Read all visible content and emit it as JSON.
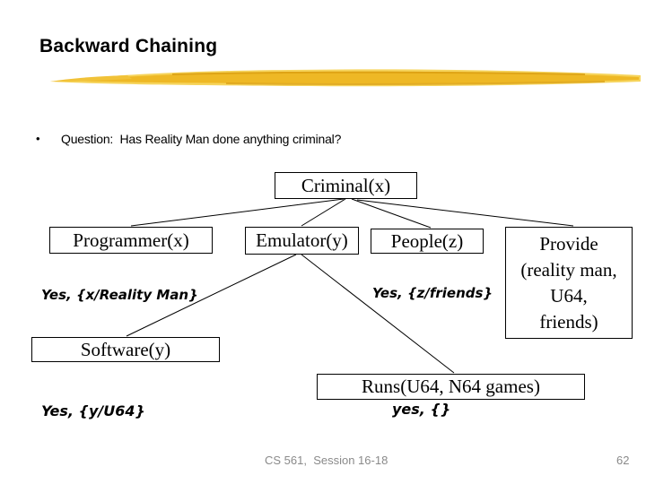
{
  "slide": {
    "title": "Backward Chaining",
    "bullet": {
      "marker": "•",
      "text": "Question:  Has Reality Man done anything criminal?"
    },
    "footer": {
      "course": "CS 561,  Session 16-18",
      "page": "62"
    }
  },
  "colors": {
    "background": "#ffffff",
    "text": "#000000",
    "footer_text": "#8a8a8a",
    "box_border": "#000000",
    "brush_light": "#f6d45c",
    "brush_mid": "#eeb825",
    "brush_dark": "#d99d12"
  },
  "diagram": {
    "nodes": {
      "criminal": {
        "label": "Criminal(x)"
      },
      "programmer": {
        "label": "Programmer(x)"
      },
      "emulator": {
        "label": "Emulator(y)"
      },
      "people": {
        "label": "People(z)"
      },
      "provide": {
        "label": "Provide\n(reality man,\nU64,\nfriends)"
      },
      "software": {
        "label": "Software(y)"
      },
      "runs": {
        "label": "Runs(U64, N64 games)"
      }
    },
    "annotations": {
      "x_binding": "Yes, {x/Reality Man}",
      "z_binding": "Yes, {z/friends}",
      "y_binding": "Yes, {y/U64}",
      "empty_binding": "yes, {}"
    },
    "edges": [
      {
        "from": "criminal",
        "to": "programmer"
      },
      {
        "from": "criminal",
        "to": "emulator"
      },
      {
        "from": "criminal",
        "to": "people"
      },
      {
        "from": "criminal",
        "to": "provide"
      },
      {
        "from": "emulator",
        "to": "software"
      },
      {
        "from": "emulator",
        "to": "runs"
      }
    ]
  }
}
